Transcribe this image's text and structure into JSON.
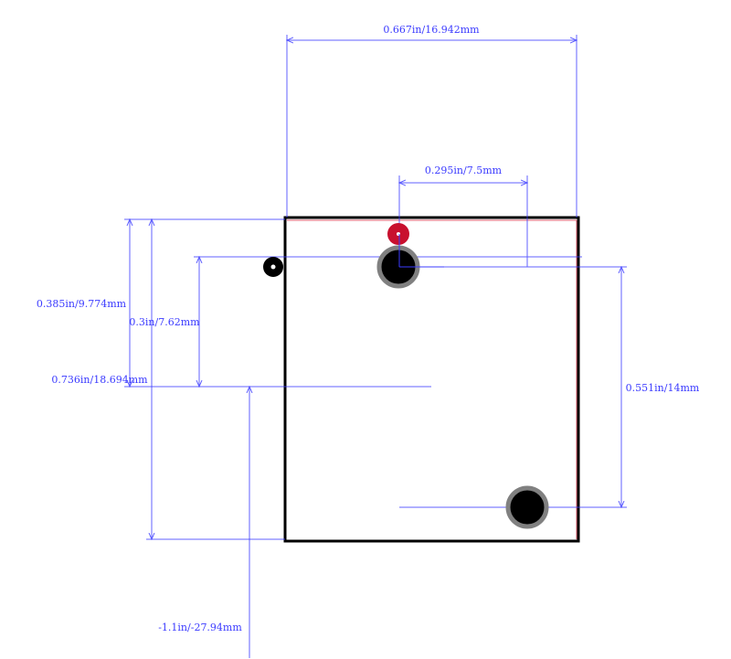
{
  "colors": {
    "dimension": "#3b3bff",
    "outline": "#000000",
    "pin1": "#c8102e",
    "pad_ring": "#808080"
  },
  "dimensions": {
    "width_total": "0.667in/16.942mm",
    "pin_spacing_x": "0.295in/7.5mm",
    "height_to_row": "0.385in/9.774mm",
    "height_total": "0.736in/18.694mm",
    "row_offset": "0.3in/7.62mm",
    "pin_spacing_y": "0.551in/14mm",
    "origin_offset": "-1.1in/-27.94mm"
  }
}
